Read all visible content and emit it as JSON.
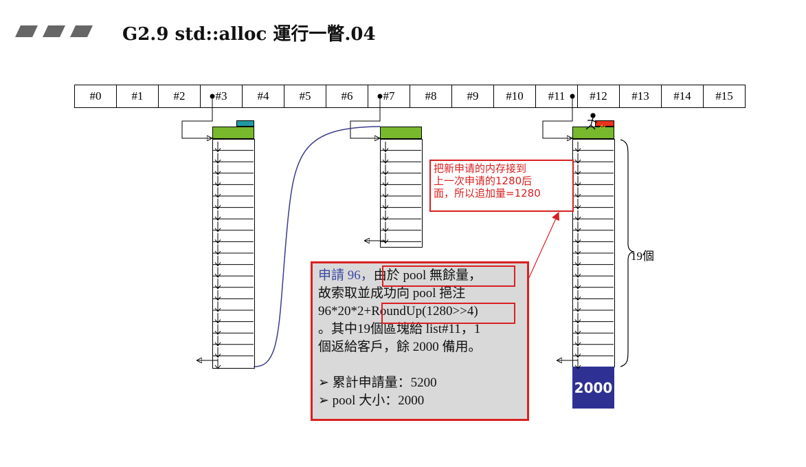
{
  "title": "G2.9 std::alloc 運行一瞥.04",
  "free_list_indexes": [
    "#0",
    "#1",
    "#2",
    "#3",
    "#4",
    "#5",
    "#6",
    "#7",
    "#8",
    "#9",
    "#10",
    "#11",
    "#12",
    "#13",
    "#14",
    "#15"
  ],
  "main_box": {
    "line1_prefix": "申請 96，",
    "line1_highlight": "由於 pool 無餘量，",
    "line2": "故索取並成功向 pool 挹注",
    "line3_prefix": "96*20*2+",
    "line3_highlight": "RoundUp(1280>>4)",
    "line4": "。其中19個區塊給 list#11，1",
    "line5": "個返給客戶，餘 2000 備用。",
    "bullet1": "➢ 累計申請量：5200",
    "bullet2": "➢ pool 大小：2000"
  },
  "note_box": {
    "line1": "把新申请的内存接到",
    "line2": "上一次申请的1280后",
    "line3": "面，所以追加量=1280"
  },
  "count_label": "19個",
  "pool_label": "2000",
  "colors": {
    "red": "#d92020",
    "navy": "#2e3192",
    "green": "#77b82d",
    "teal": "#1f9aa0",
    "pool_red": "#e8321e",
    "curve": "#3a3a8c"
  }
}
